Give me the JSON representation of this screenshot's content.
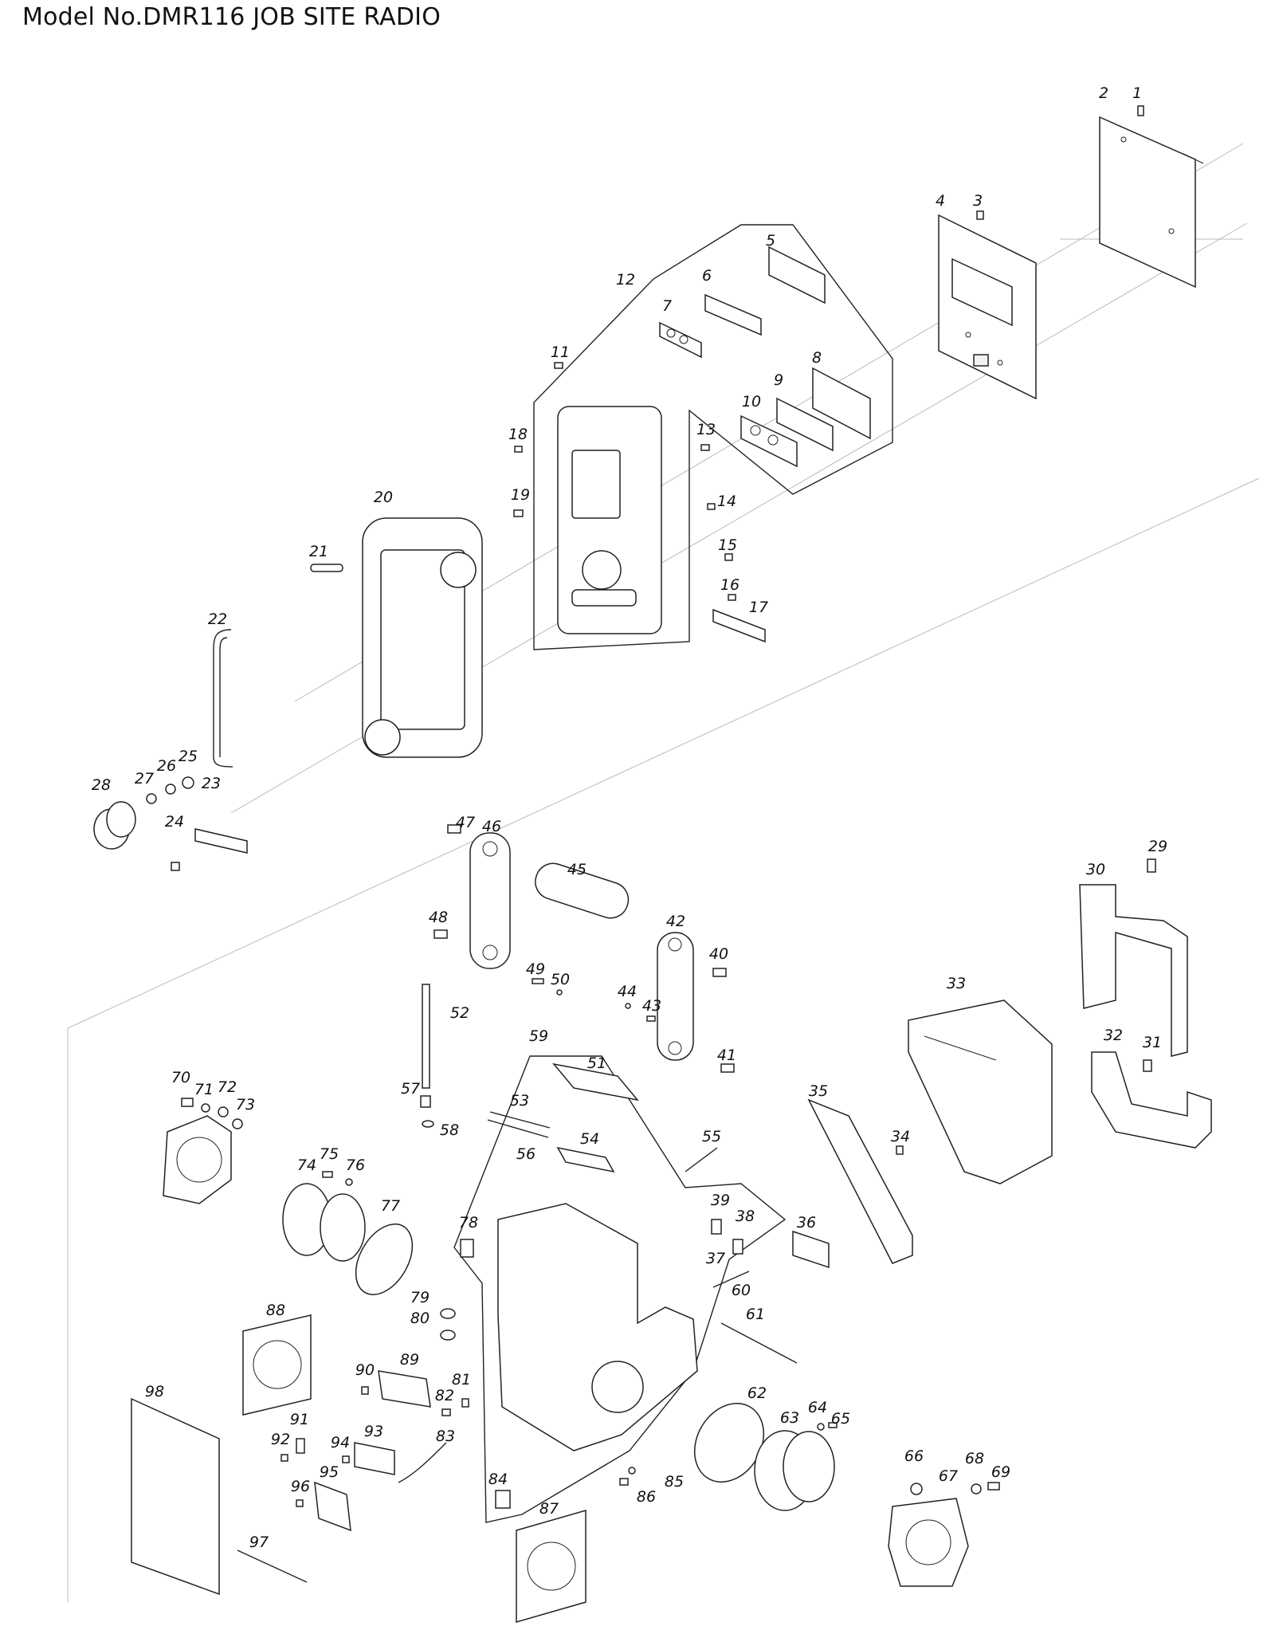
{
  "title": "Model No.DMR116 JOB SITE RADIO",
  "parts": [
    "1",
    "2",
    "3",
    "4",
    "5",
    "6",
    "7",
    "8",
    "9",
    "10",
    "11",
    "12",
    "13",
    "14",
    "15",
    "16",
    "17",
    "18",
    "19",
    "20",
    "21",
    "22",
    "23",
    "24",
    "25",
    "26",
    "27",
    "28",
    "29",
    "30",
    "31",
    "32",
    "33",
    "34",
    "35",
    "36",
    "37",
    "38",
    "39",
    "40",
    "41",
    "42",
    "43",
    "44",
    "45",
    "46",
    "47",
    "48",
    "49",
    "50",
    "51",
    "52",
    "53",
    "54",
    "55",
    "56",
    "57",
    "58",
    "59",
    "60",
    "61",
    "62",
    "63",
    "64",
    "65",
    "66",
    "67",
    "68",
    "69",
    "70",
    "71",
    "72",
    "73",
    "74",
    "75",
    "76",
    "77",
    "78",
    "79",
    "80",
    "81",
    "82",
    "83",
    "84",
    "85",
    "86",
    "87",
    "88",
    "89",
    "90",
    "91",
    "92",
    "93",
    "94",
    "95",
    "96",
    "97",
    "98"
  ]
}
